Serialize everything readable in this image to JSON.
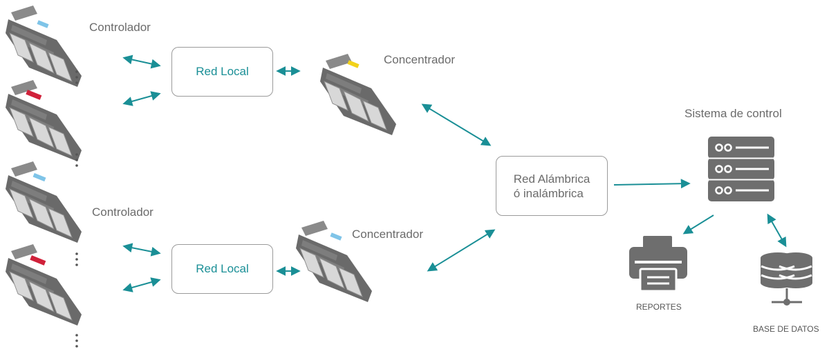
{
  "labels": {
    "controlador_top": "Controlador",
    "controlador_bottom": "Controlador",
    "concentrador_top": "Concentrador",
    "concentrador_bottom": "Concentrador",
    "sistema_control": "Sistema de control",
    "reportes": "REPORTES",
    "base_datos": "BASE DE DATOS"
  },
  "boxes": {
    "red_local_top": "Red Local",
    "red_local_bottom": "Red Local",
    "red_alambrica_line1": "Red Alámbrica",
    "red_alambrica_line2": "ó inalámbrica"
  },
  "colors": {
    "accent": "#1a8f96",
    "icon_grey": "#6e6e6e",
    "box_border": "#9a9a9a",
    "tag_blue": "#7fc4e8",
    "tag_red": "#d0213a",
    "tag_yellow": "#f2d21a"
  },
  "icons": {
    "floodlight": "floodlight-icon",
    "server": "server-icon",
    "printer": "printer-icon",
    "database": "database-icon"
  }
}
